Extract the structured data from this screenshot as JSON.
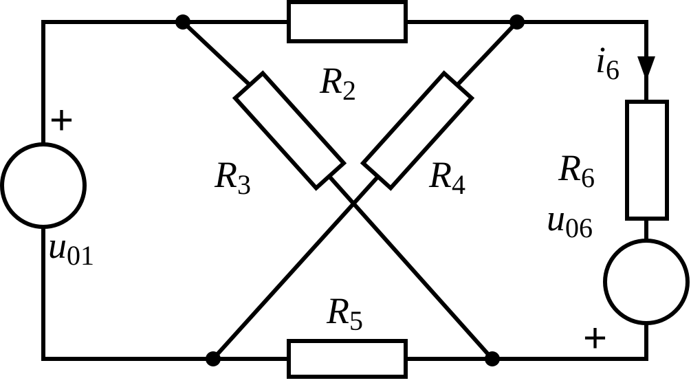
{
  "labels": {
    "r2": {
      "main": "R",
      "sub": "2"
    },
    "r3": {
      "main": "R",
      "sub": "3"
    },
    "r4": {
      "main": "R",
      "sub": "4"
    },
    "r5": {
      "main": "R",
      "sub": "5"
    },
    "r6": {
      "main": "R",
      "sub": "6"
    },
    "i6": {
      "main": "i",
      "sub": "6"
    },
    "u01": {
      "main": "u",
      "sub": "01"
    },
    "u06": {
      "main": "u",
      "sub": "06"
    }
  },
  "signs": {
    "plus_left": "+",
    "plus_right": "+"
  }
}
